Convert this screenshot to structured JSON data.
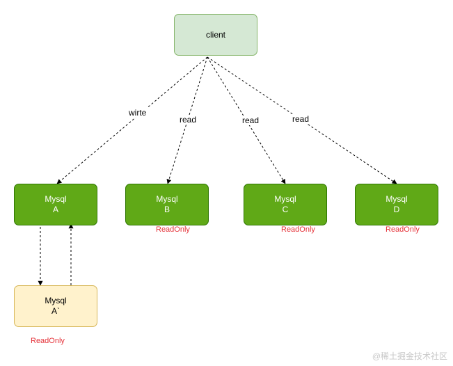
{
  "nodes": {
    "client": {
      "label": "client"
    },
    "mysql_a": {
      "line1": "Mysql",
      "line2": "A"
    },
    "mysql_b": {
      "line1": "Mysql",
      "line2": "B"
    },
    "mysql_c": {
      "line1": "Mysql",
      "line2": "C"
    },
    "mysql_d": {
      "line1": "Mysql",
      "line2": "D"
    },
    "mysql_a_replica": {
      "line1": "Mysql",
      "line2": "A`"
    }
  },
  "edge_labels": {
    "to_a": "wirte",
    "to_b": "read",
    "to_c": "read",
    "to_d": "read"
  },
  "readonly_labels": {
    "b": "ReadOnly",
    "c": "ReadOnly",
    "d": "ReadOnly",
    "a_replica": "ReadOnly"
  },
  "watermark": "@稀土掘金技术社区",
  "colors": {
    "client_fill": "#d5e8d4",
    "mysql_fill": "#60a917",
    "replica_fill": "#fff2cc",
    "readonly_text": "#e5333a"
  }
}
